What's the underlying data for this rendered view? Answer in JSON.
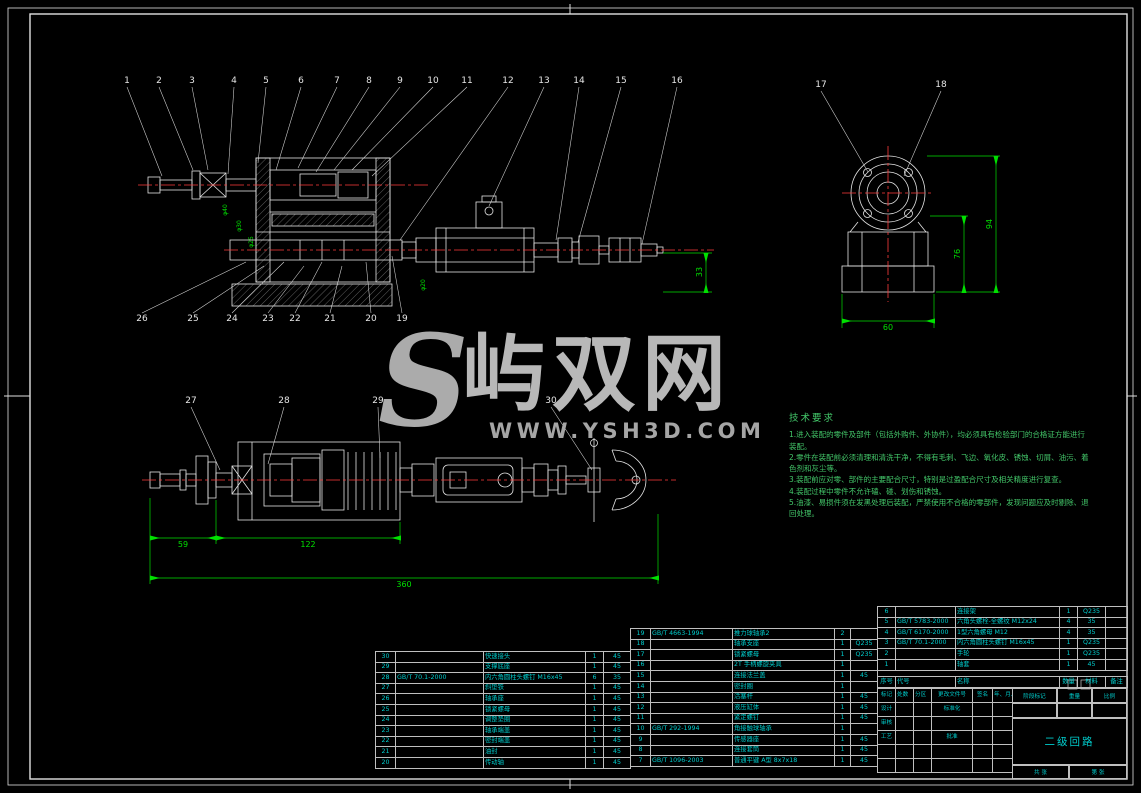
{
  "sheet": {
    "background": "#000000",
    "line_color": "#e4e4e4",
    "centerline_color": "#ff3b3b",
    "dimension_color": "#00e000",
    "table_text_color": "#00cdcd",
    "notes_color": "#43c86a"
  },
  "watermark": {
    "logo": "S",
    "name": "屿双网",
    "url": "WWW.YSH3D.COM"
  },
  "callouts": {
    "main_top": [
      "1",
      "2",
      "3",
      "4",
      "5",
      "6",
      "7",
      "8",
      "9",
      "10",
      "11",
      "12",
      "13",
      "14",
      "15",
      "16"
    ],
    "main_bottom": [
      "26",
      "25",
      "24",
      "23",
      "22",
      "21",
      "20",
      "19"
    ],
    "end_view": [
      "17",
      "18"
    ],
    "lower_view": [
      "27",
      "28",
      "29",
      "30"
    ]
  },
  "dimensions": {
    "main_height": "33",
    "end_width": "60",
    "end_height": "94",
    "end_inner_height": "76",
    "lower_left": "59",
    "lower_mid": "122",
    "lower_total": "360",
    "shaft_dia": [
      "φ40",
      "φ30",
      "φ25",
      "φ20"
    ]
  },
  "tech_requirements": {
    "title": "技术要求",
    "items": [
      "1.进入装配的零件及部件（包括外购件、外协件），均必须具有检验部门的合格证方能进行装配。",
      "2.零件在装配前必须清理和清洗干净，不得有毛刺、飞边、氧化皮、锈蚀、切屑、油污、着色剂和灰尘等。",
      "3.装配前应对零、部件的主要配合尺寸，特别是过盈配合尺寸及相关精度进行复查。",
      "4.装配过程中零件不允许磕、碰、划伤和锈蚀。",
      "5.油漆、易损件须在发黑处理后装配，严禁使用不合格的零部件，发现问题应及时剔除、退回处理。"
    ]
  },
  "bom": {
    "header_row": [
      [
        "序号",
        "代号",
        "名称",
        "数量",
        "材料",
        "备注"
      ]
    ],
    "left_rows": [
      [
        "30",
        "",
        "快速接头",
        "1",
        "45"
      ],
      [
        "29",
        "",
        "支撑底座",
        "1",
        "45"
      ],
      [
        "28",
        "GB/T 70.1-2000",
        "内六角圆柱头螺钉 M16x45",
        "6",
        "35"
      ],
      [
        "27",
        "",
        "斜垫铁",
        "1",
        "45"
      ],
      [
        "26",
        "",
        "轴承座",
        "1",
        "45"
      ],
      [
        "25",
        "",
        "锁紧螺母",
        "1",
        "45"
      ],
      [
        "24",
        "",
        "调整垫圈",
        "1",
        "45"
      ],
      [
        "23",
        "",
        "轴承端盖",
        "1",
        "45"
      ],
      [
        "22",
        "",
        "密封端盖",
        "1",
        "45"
      ],
      [
        "21",
        "",
        "油封",
        "1",
        "45"
      ],
      [
        "20",
        "",
        "传动轴",
        "1",
        "45"
      ]
    ],
    "mid_rows": [
      [
        "19",
        "GB/T 4663-1994",
        "推力球轴承2",
        "2",
        ""
      ],
      [
        "18",
        "",
        "轴承支座",
        "1",
        "Q235"
      ],
      [
        "17",
        "",
        "锁紧螺母",
        "1",
        "Q235"
      ],
      [
        "16",
        "",
        "2T 手柄螺旋夹具",
        "1",
        ""
      ],
      [
        "15",
        "",
        "连接法兰盖",
        "1",
        "45"
      ],
      [
        "14",
        "",
        "密封圈",
        "1",
        ""
      ],
      [
        "13",
        "",
        "活塞杆",
        "1",
        "45"
      ],
      [
        "12",
        "",
        "液压缸体",
        "1",
        "45"
      ],
      [
        "11",
        "",
        "紧定螺钉",
        "1",
        "45"
      ],
      [
        "10",
        "GB/T 292-1994",
        "角接触球轴承",
        "1",
        ""
      ],
      [
        "9",
        "",
        "传感器座",
        "1",
        "45"
      ],
      [
        "8",
        "",
        "连接套筒",
        "1",
        "45"
      ],
      [
        "7",
        "GB/T 1096-2003",
        "普通平键 A型 8x7x18",
        "1",
        "45"
      ]
    ],
    "right_rows": [
      [
        "6",
        "",
        "连接架",
        "1",
        "Q235",
        ""
      ],
      [
        "5",
        "GB/T 5783-2000",
        "六角头螺栓-全螺纹 M12x24",
        "4",
        "35",
        ""
      ],
      [
        "4",
        "GB/T 6170-2000",
        "1型六角螺母 M12",
        "4",
        "35",
        ""
      ],
      [
        "3",
        "GB/T 70.1-2000",
        "内六角圆柱头螺钉 M16x45",
        "1",
        "Q235",
        ""
      ],
      [
        "2",
        "",
        "手轮",
        "1",
        "Q235",
        ""
      ],
      [
        "1",
        "",
        "轴套",
        "1",
        "45",
        ""
      ]
    ]
  },
  "title_block": {
    "left_rows": [
      [
        "标记",
        "处数",
        "分区",
        "更改文件号",
        "签名",
        "年、月、日"
      ],
      [
        "设计",
        "",
        "",
        "标准化",
        "",
        ""
      ],
      [
        "审核",
        "",
        "",
        "",
        "",
        ""
      ],
      [
        "工艺",
        "",
        "",
        "批准",
        "",
        ""
      ],
      [
        "",
        "",
        "",
        "",
        "",
        ""
      ],
      [
        "",
        "",
        "",
        "",
        "",
        ""
      ]
    ],
    "stage_label": "阶段标记",
    "weight_label": "重量",
    "scale_label": "比例",
    "sheet_total": "共 张",
    "sheet_no": "第 张",
    "drawing_title": "二级回路"
  }
}
